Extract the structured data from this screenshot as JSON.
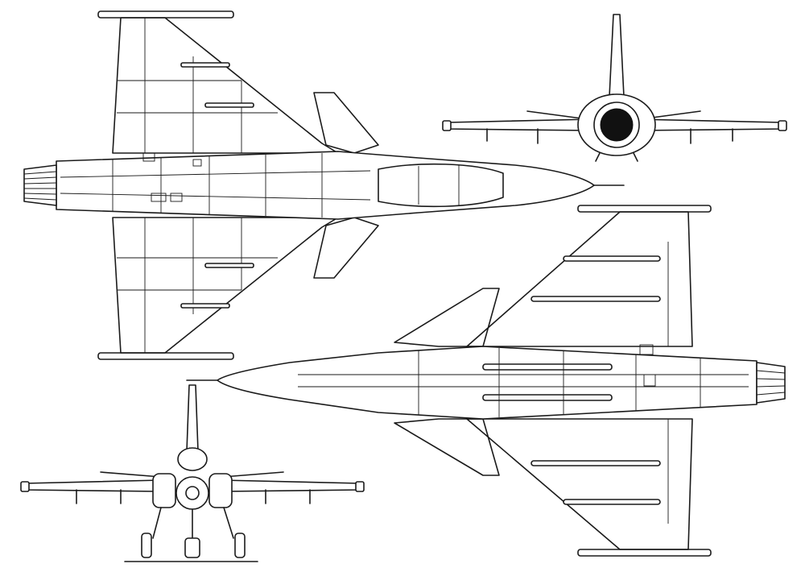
{
  "views": [
    {
      "id": "top-view"
    },
    {
      "id": "front-view"
    },
    {
      "id": "bottom-view"
    },
    {
      "id": "rear-view"
    }
  ],
  "colors": {
    "ink": "#1a1a1a",
    "paper": "#ffffff"
  }
}
